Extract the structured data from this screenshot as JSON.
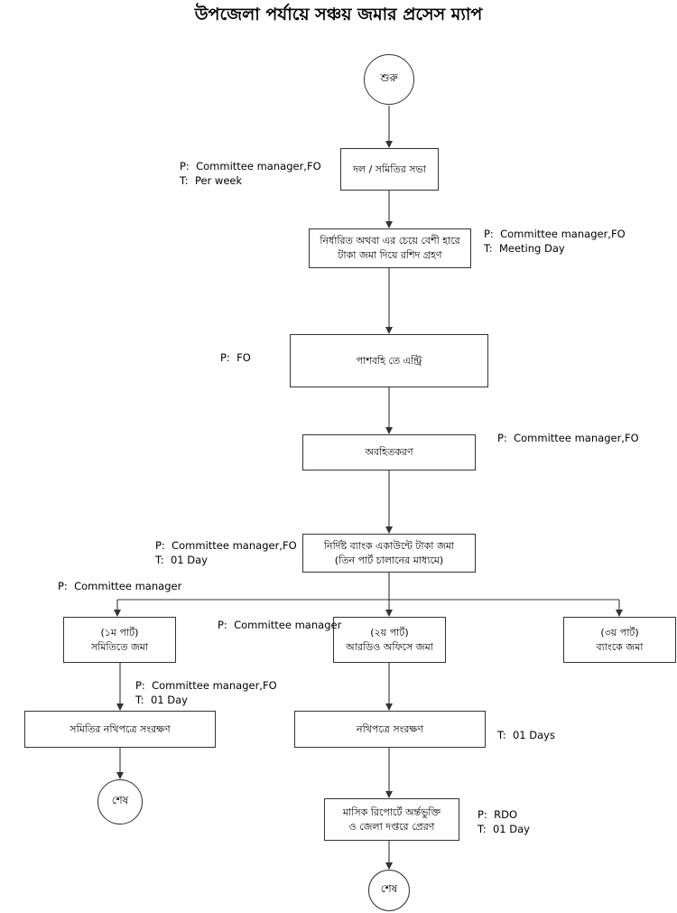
{
  "title": "উপজেলা পর্যায়ে সঞ্চয় জমার প্রসেস ম্যাপ",
  "nodes": {
    "start": "শুরু",
    "meeting": "দল / সমিতির সভা",
    "collect": "নির্ধারিত অথবা এর চেয়ে বেশী হারে\nটাকা জমা দিয়ে রশিদ গ্রহণ",
    "passbook": "পাশবহি তে এন্ট্রি",
    "inform": "অবহিতকরণ",
    "bank_deposit": "নির্দিষ্ট ব্যাংক একাউন্টে টাকা জমা\n(তিন পার্ট চালানের মাধ্যমে)",
    "part1": "(১ম পার্ট)\nসমিতিতে জমা",
    "part2": "(২য় পার্ট)\nআরডিও অফিসে জমা",
    "part3": "(৩য় পার্ট)\nব্যাংকে জমা",
    "samiti_file": "সমিতির নথিপত্রে সংরক্ষণ",
    "file": "নথিপত্রে সংরক্ষণ",
    "monthly_report": "মাসিক রিপোর্টে অর্ন্তভুক্তি\nও জেলা দপ্তরে প্রেরণ",
    "end1": "শেষ",
    "end2": "শেষ"
  },
  "notes": {
    "meeting": "P:  Committee manager,FO\nT:  Per week",
    "collect": "P:  Committee manager,FO\nT:  Meeting Day",
    "passbook": "P:  FO",
    "inform": "P:  Committee manager,FO",
    "bank_deposit": "P:  Committee manager,FO\nT:  01 Day",
    "part1": "P:  Committee manager",
    "part2": "P:  Committee manager",
    "samiti_file": "P:  Committee manager,FO\nT:  01 Day",
    "file": "T:  01 Days",
    "monthly_report": "P:  RDO\nT:  01 Day"
  }
}
